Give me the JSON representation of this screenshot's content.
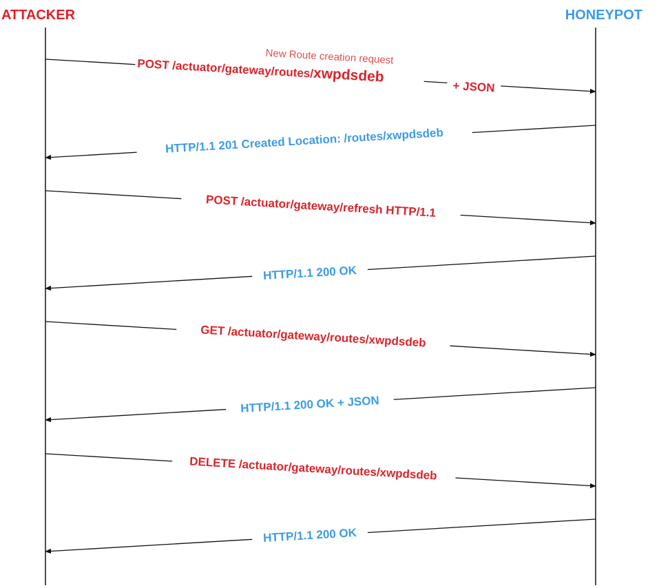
{
  "colors": {
    "attacker": "#e21f26",
    "honeypot": "#3d9be6",
    "request": "#d9252b",
    "response": "#3d9be6",
    "note": "#e0504f",
    "line": "#111111"
  },
  "actors": {
    "attacker": "ATTACKER",
    "honeypot": "HONEYPOT"
  },
  "messages": [
    {
      "direction": "request",
      "label": "POST /actuator/gateway/routes/",
      "highlight": "xwpdsdeb",
      "suffix": "+ JSON",
      "note": "New Route creation request"
    },
    {
      "direction": "response",
      "label": "HTTP/1.1 201 Created Location: /routes/xwpdsdeb"
    },
    {
      "direction": "request",
      "label": "POST /actuator/gateway/refresh HTTP/1.1"
    },
    {
      "direction": "response",
      "label": "HTTP/1.1 200 OK"
    },
    {
      "direction": "request",
      "label": "GET /actuator/gateway/routes/xwpdsdeb"
    },
    {
      "direction": "response",
      "label": "HTTP/1.1 200 OK + JSON"
    },
    {
      "direction": "request",
      "label": "DELETE /actuator/gateway/routes/xwpdsdeb"
    },
    {
      "direction": "response",
      "label": "HTTP/1.1 200 OK"
    }
  ]
}
